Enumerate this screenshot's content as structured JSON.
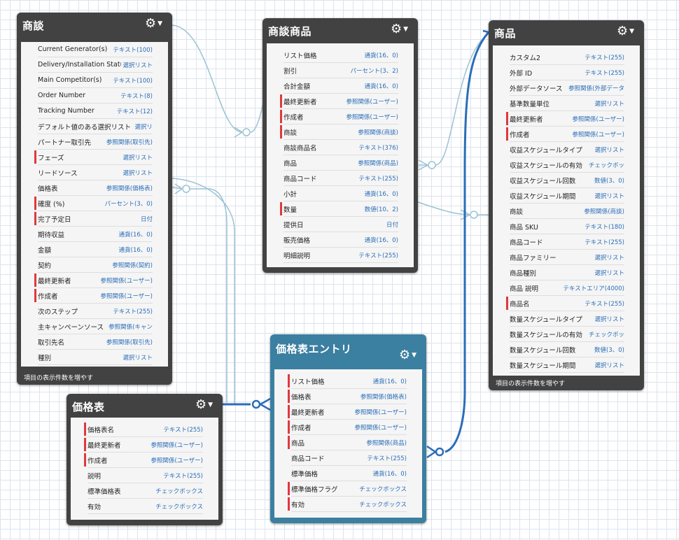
{
  "objects": {
    "shoudan": {
      "title": "商談",
      "footer": "項目の表示件数を増やす",
      "fields": [
        {
          "name": "Current Generator(s)",
          "type": "テキスト(100)",
          "required": false
        },
        {
          "name": "Delivery/Installation Status",
          "type": "選択リスト",
          "required": false
        },
        {
          "name": "Main Competitor(s)",
          "type": "テキスト(100)",
          "required": false
        },
        {
          "name": "Order Number",
          "type": "テキスト(8)",
          "required": false
        },
        {
          "name": "Tracking Number",
          "type": "テキスト(12)",
          "required": false
        },
        {
          "name": "デフォルト値のある選択リスト",
          "type": "選択リ",
          "required": false
        },
        {
          "name": "パートナー取引先",
          "type": "参照関係(取引先)",
          "required": false
        },
        {
          "name": "フェーズ",
          "type": "選択リスト",
          "required": true
        },
        {
          "name": "リードソース",
          "type": "選択リスト",
          "required": false
        },
        {
          "name": "価格表",
          "type": "参照関係(価格表)",
          "required": false
        },
        {
          "name": "確度 (%)",
          "type": "パーセント(3、0)",
          "required": true
        },
        {
          "name": "完了予定日",
          "type": "日付",
          "required": true
        },
        {
          "name": "期待収益",
          "type": "通貨(16、0)",
          "required": false
        },
        {
          "name": "金額",
          "type": "通貨(16、0)",
          "required": false
        },
        {
          "name": "契約",
          "type": "参照関係(契約)",
          "required": false
        },
        {
          "name": "最終更新者",
          "type": "参照関係(ユーザー)",
          "required": true
        },
        {
          "name": "作成者",
          "type": "参照関係(ユーザー)",
          "required": true
        },
        {
          "name": "次のステップ",
          "type": "テキスト(255)",
          "required": false
        },
        {
          "name": "主キャンペーンソース",
          "type": "参照関係(キャン",
          "required": false
        },
        {
          "name": "取引先名",
          "type": "参照関係(取引先)",
          "required": false
        },
        {
          "name": "種別",
          "type": "選択リスト",
          "required": false
        }
      ]
    },
    "shoudan_shouhin": {
      "title": "商談商品",
      "fields": [
        {
          "name": "リスト価格",
          "type": "通貨(16、0)",
          "required": false
        },
        {
          "name": "割引",
          "type": "パーセント(3、2)",
          "required": false
        },
        {
          "name": "合計金額",
          "type": "通貨(16、0)",
          "required": false
        },
        {
          "name": "最終更新者",
          "type": "参照関係(ユーザー)",
          "required": true
        },
        {
          "name": "作成者",
          "type": "参照関係(ユーザー)",
          "required": true
        },
        {
          "name": "商談",
          "type": "参照関係(商談)",
          "required": true
        },
        {
          "name": "商談商品名",
          "type": "テキスト(376)",
          "required": false
        },
        {
          "name": "商品",
          "type": "参照関係(商品)",
          "required": false
        },
        {
          "name": "商品コード",
          "type": "テキスト(255)",
          "required": false
        },
        {
          "name": "小計",
          "type": "通貨(16、0)",
          "required": false
        },
        {
          "name": "数量",
          "type": "数値(10、2)",
          "required": true
        },
        {
          "name": "提供日",
          "type": "日付",
          "required": false
        },
        {
          "name": "販売価格",
          "type": "通貨(16、0)",
          "required": false
        },
        {
          "name": "明細説明",
          "type": "テキスト(255)",
          "required": false
        }
      ]
    },
    "shouhin": {
      "title": "商品",
      "footer": "項目の表示件数を増やす",
      "fields": [
        {
          "name": "カスタム2",
          "type": "テキスト(255)",
          "required": false
        },
        {
          "name": "外部 ID",
          "type": "テキスト(255)",
          "required": false
        },
        {
          "name": "外部データソース",
          "type": "参照関係(外部データ",
          "required": false
        },
        {
          "name": "基準数量単位",
          "type": "選択リスト",
          "required": false
        },
        {
          "name": "最終更新者",
          "type": "参照関係(ユーザー)",
          "required": true
        },
        {
          "name": "作成者",
          "type": "参照関係(ユーザー)",
          "required": true
        },
        {
          "name": "収益スケジュールタイプ",
          "type": "選択リスト",
          "required": false
        },
        {
          "name": "収益スケジュールの有効",
          "type": "チェックボッ",
          "required": false
        },
        {
          "name": "収益スケジュール回数",
          "type": "数値(3、0)",
          "required": false
        },
        {
          "name": "収益スケジュール期間",
          "type": "選択リスト",
          "required": false
        },
        {
          "name": "商談",
          "type": "参照関係(商談)",
          "required": false
        },
        {
          "name": "商品 SKU",
          "type": "テキスト(180)",
          "required": false
        },
        {
          "name": "商品コード",
          "type": "テキスト(255)",
          "required": false
        },
        {
          "name": "商品ファミリー",
          "type": "選択リスト",
          "required": false
        },
        {
          "name": "商品種別",
          "type": "選択リスト",
          "required": false
        },
        {
          "name": "商品 説明",
          "type": "テキストエリア(4000)",
          "required": false
        },
        {
          "name": "商品名",
          "type": "テキスト(255)",
          "required": true
        },
        {
          "name": "数量スケジュールタイプ",
          "type": "選択リスト",
          "required": false
        },
        {
          "name": "数量スケジュールの有効",
          "type": "チェックボッ",
          "required": false
        },
        {
          "name": "数量スケジュール回数",
          "type": "数値(3、0)",
          "required": false
        },
        {
          "name": "数量スケジュール期間",
          "type": "選択リスト",
          "required": false
        }
      ]
    },
    "kakakuhyou": {
      "title": "価格表",
      "fields": [
        {
          "name": "価格表名",
          "type": "テキスト(255)",
          "required": true
        },
        {
          "name": "最終更新者",
          "type": "参照関係(ユーザー)",
          "required": true
        },
        {
          "name": "作成者",
          "type": "参照関係(ユーザー)",
          "required": true
        },
        {
          "name": "説明",
          "type": "テキスト(255)",
          "required": false
        },
        {
          "name": "標準価格表",
          "type": "チェックボックス",
          "required": false
        },
        {
          "name": "有効",
          "type": "チェックボックス",
          "required": false
        }
      ]
    },
    "kakakuhyou_entry": {
      "title": "価格表エントリ",
      "fields": [
        {
          "name": "リスト価格",
          "type": "通貨(16、0)",
          "required": true
        },
        {
          "name": "価格表",
          "type": "参照関係(価格表)",
          "required": true
        },
        {
          "name": "最終更新者",
          "type": "参照関係(ユーザー)",
          "required": true
        },
        {
          "name": "作成者",
          "type": "参照関係(ユーザー)",
          "required": true
        },
        {
          "name": "商品",
          "type": "参照関係(商品)",
          "required": true
        },
        {
          "name": "商品コード",
          "type": "テキスト(255)",
          "required": false
        },
        {
          "name": "標準価格",
          "type": "通貨(16、0)",
          "required": false
        },
        {
          "name": "標準価格フラグ",
          "type": "チェックボックス",
          "required": true
        },
        {
          "name": "有効",
          "type": "チェックボックス",
          "required": true
        }
      ]
    }
  },
  "colors": {
    "panel": "#424242",
    "panel_selected": "#3b7fa1",
    "required_marker": "#e0383e",
    "field_type": "#2a6db8",
    "lookup_line": "#9cc2d3",
    "master_detail_line": "#2a6db8"
  },
  "icons": {
    "settings": "gear-icon",
    "menu": "chevron-down-icon"
  }
}
